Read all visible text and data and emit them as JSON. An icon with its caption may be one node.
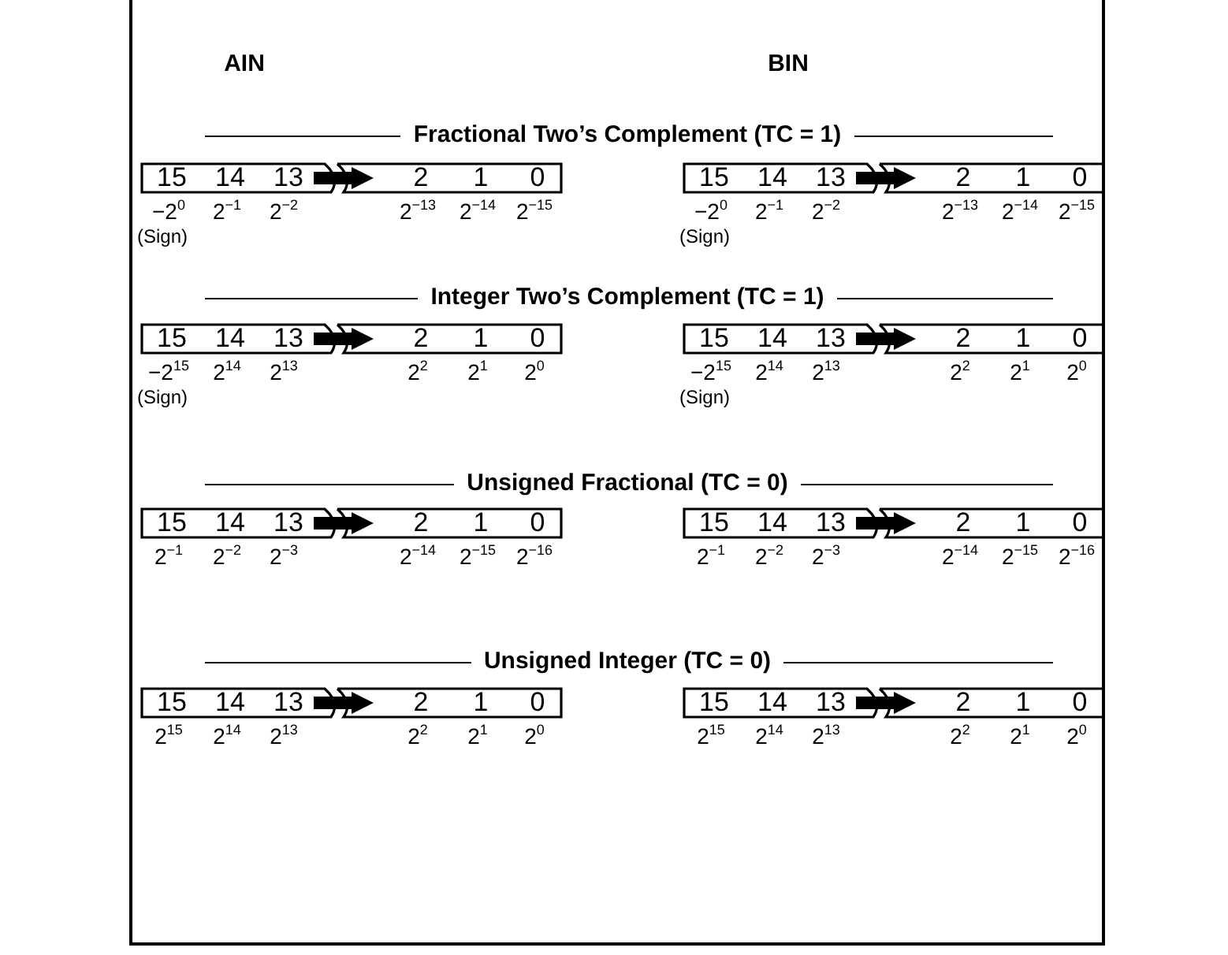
{
  "diagram": {
    "nodes": [
      {
        "text": [
          "15",
          "14",
          "13",
          "2",
          "1",
          "0"
        ],
        "beside": [
          "−2$^{0}$",
          "2$^{−1}$",
          "2$^{−2}$",
          "2$^{−13}$",
          "2$^{−14}$",
          "2$^{−15}$",
          "(Sign)"
        ]
      },
      {
        "text": [
          "15",
          "14",
          "13",
          "2",
          "1",
          "0"
        ],
        "beside": [
          "−2$^{0}$",
          "2$^{−1}$",
          "2$^{−2}$",
          "2$^{−13}$",
          "2$^{−14}$",
          "2$^{−15}$",
          "(Sign)"
        ]
      },
      {
        "text": [
          "15",
          "14",
          "13",
          "2",
          "1",
          "0"
        ],
        "beside": [
          "−2$^{15}$",
          "2$^{14}$",
          "2$^{13}$",
          "2$^{2}$",
          "2$^{1}$",
          "2$^{0}$",
          "(Sign)"
        ]
      },
      {
        "text": [
          "15",
          "14",
          "13",
          "2",
          "1",
          "0"
        ],
        "beside": [
          "−2$^{15}$",
          "2$^{14}$",
          "2$^{13}$",
          "2$^{2}$",
          "2$^{1}$",
          "2$^{0}$",
          "(Sign)"
        ]
      },
      {
        "text": [
          "15",
          "14",
          "13",
          "2",
          "1",
          "0"
        ],
        "beside": [
          "2$^{−1}$",
          "2$^{−2}$",
          "2$^{−3}$",
          "2$^{−14}$",
          "2$^{−15}$",
          "2$^{−16}$"
        ]
      },
      {
        "text": [
          "15",
          "14",
          "13",
          "2",
          "1",
          "0"
        ],
        "beside": [
          "2$^{−1}$",
          "2$^{−2}$",
          "2$^{−3}$",
          "2$^{−14}$",
          "2$^{−15}$",
          "2$^{−16}$"
        ]
      },
      {
        "text": [
          "15",
          "14",
          "13",
          "2",
          "1",
          "0"
        ],
        "beside": [
          "2$^{15}$",
          "2$^{14}$",
          "2$^{13}$",
          "2$^{2}$",
          "2$^{1}$",
          "2$^{0}$"
        ]
      },
      {
        "text": [
          "15",
          "14",
          "13",
          "2",
          "1",
          "0"
        ],
        "beside": [
          "2$^{15}$",
          "2$^{14}$",
          "2$^{13}$",
          "2$^{2}$",
          "2$^{1}$",
          "2$^{0}$"
        ]
      }
    ],
    "labels": [
      "AIN",
      "BIN",
      "Fractional Two’s Complement (TC = 1)",
      "Integer Two’s Complement (TC = 1)",
      "Unsigned Fractional (TC = 0)",
      "Unsigned Integer (TC = 0)"
    ]
  }
}
